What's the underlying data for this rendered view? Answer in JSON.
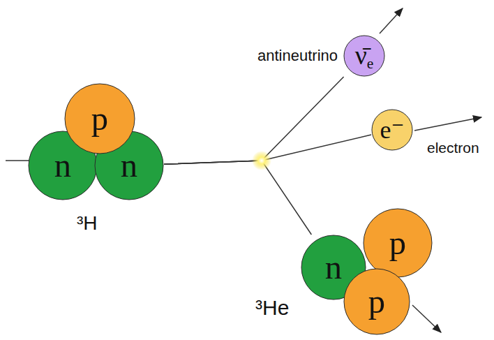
{
  "diagram": {
    "nodes": [
      {
        "text": [
          "p"
        ]
      },
      {
        "text": [
          "n"
        ]
      },
      {
        "text": [
          "n"
        ]
      },
      {
        "text": [
          "ν̄",
          "e"
        ]
      },
      {
        "text": [
          "e⁻"
        ]
      },
      {
        "text": [
          "n"
        ]
      },
      {
        "text": [
          "p"
        ]
      },
      {
        "text": [
          "p"
        ]
      }
    ],
    "edges": [
      {
        "from": 2,
        "to": 3,
        "arrow": "none"
      },
      {
        "from": 2,
        "to": 4,
        "arrow": "none"
      },
      {
        "from": 2,
        "to": 5,
        "arrow": "none"
      }
    ],
    "labels": [
      "antineutrino",
      "electron",
      "³H",
      "³He"
    ]
  }
}
